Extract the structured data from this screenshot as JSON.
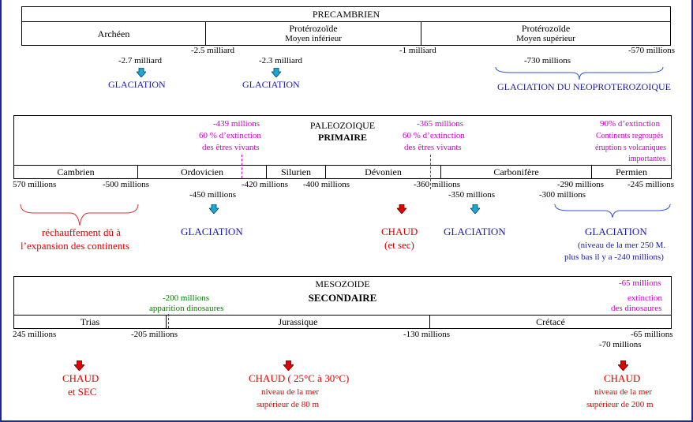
{
  "precambrien": {
    "title": "PRECAMBRIEN",
    "cells": [
      {
        "line1": "Archéen",
        "line2": ""
      },
      {
        "line1": "Protérozoïde",
        "line2": "Moyen inférieur"
      },
      {
        "line1": "Protérozoïde",
        "line2": "Moyen supérieur"
      }
    ],
    "dates": [
      "-2.5 milliard",
      "-1 milliard",
      "-570 millions"
    ],
    "events": [
      {
        "date": "-2.7 milliard",
        "label": "GLACIATION"
      },
      {
        "date": "-2.3 milliard",
        "label": "GLACIATION"
      },
      {
        "date": "-730 millions",
        "label": "GLACIATION DU NEOPROTEROZOIQUE"
      }
    ]
  },
  "paleozoique": {
    "title": "PALEOZOIQUE",
    "subtitle": "PRIMAIRE",
    "extinction1": [
      "-439 millions",
      "60 % d’extinction",
      "des êtres vivants"
    ],
    "extinction2": [
      "-365 millions",
      "60 % d’extinction",
      "des êtres vivants"
    ],
    "extinction3": [
      "90% d’extinction",
      "Continents regroupés",
      "éruption s volcaniques",
      "importantes"
    ],
    "periods": [
      "Cambrien",
      "Ordovicien",
      "Silurien",
      "Dévonien",
      "Carbonifère",
      "Permien"
    ],
    "dates": [
      "570 millions",
      "-500 millions",
      "-420 millions",
      "-400 millions",
      "-360 millions",
      "-290 millions",
      "-245 millions"
    ],
    "dates2": [
      "-450 millions",
      "-350 millions",
      "-300 millions"
    ],
    "warming": [
      "réchauffement dû à",
      "l’expansion des continents"
    ],
    "glac1": "GLACIATION",
    "chaud": [
      "CHAUD",
      "(et sec)"
    ],
    "glac2": "GLACIATION",
    "glac3": [
      "GLACIATION",
      "(niveau de la mer 250 M.",
      "plus bas il y a  -240 millions)"
    ]
  },
  "mesozoide": {
    "title": "MESOZOIDE",
    "subtitle": "SECONDAIRE",
    "dino_appear": [
      "-200 millions",
      "apparition dinosaures"
    ],
    "dino_ext": [
      "-65 millions",
      "extinction",
      "des dinosaures"
    ],
    "periods": [
      "Trias",
      "Jurassique",
      "Crétacé"
    ],
    "dates": [
      "245 millions",
      "-205 millions",
      "-130 millions",
      "-65 millions",
      "-70 millions"
    ],
    "ev1": [
      "CHAUD",
      "et SEC"
    ],
    "ev2": [
      "CHAUD ( 25°C à 30°C)",
      "niveau de la mer",
      "supérieur de 80 m"
    ],
    "ev3": [
      "CHAUD",
      "niveau de la mer",
      "supérieur de 200 m"
    ]
  },
  "colors": {
    "border": "#1a2a9a",
    "magenta": "#cc00cc",
    "blue": "#1a1aaa",
    "red": "#e00000",
    "green": "#008000",
    "cyan_arrow": "#17a8d8",
    "red_arrow": "#e00000"
  }
}
